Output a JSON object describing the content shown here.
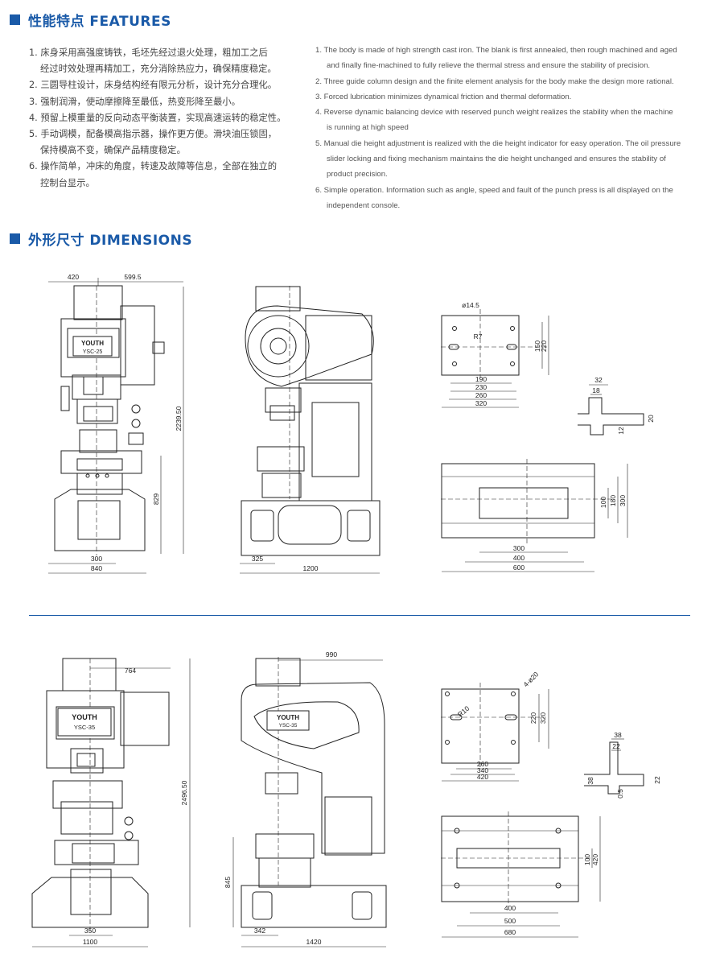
{
  "features": {
    "title": "性能特点 FEATURES",
    "zh_items": [
      [
        "1. 床身采用高强度铸铁，毛坯先经过退火处理，粗加工之后",
        "经过时效处理再精加工，充分消除热应力，确保精度稳定。"
      ],
      [
        "2. 三圆导柱设计，床身结构经有限元分析，设计充分合理化。"
      ],
      [
        "3. 强制润滑，使动摩擦降至最低，热变形降至最小。"
      ],
      [
        "4. 预留上模重量的反向动态平衡装置，实现高速运转的稳定性。"
      ],
      [
        "5. 手动调模，配备模高指示器，操作更方便。滑块油压锁固，",
        "保持模高不变，确保产品精度稳定。"
      ],
      [
        "6. 操作简单，冲床的角度，转速及故障等信息，全部在独立的",
        "控制台显示。"
      ]
    ],
    "en_items": [
      [
        "1. The body is made of high strength cast iron. The blank is first annealed, then rough machined and aged",
        "and finally fine-machined to fully relieve the thermal stress and ensure the stability of precision."
      ],
      [
        "2. Three guide column design and the finite element analysis for the body make the design more rational."
      ],
      [
        "3. Forced lubrication minimizes dynamical friction and thermal deformation."
      ],
      [
        "4. Reverse dynamic balancing device with reserved punch weight realizes the stability when the machine",
        "is running at high speed"
      ],
      [
        "5. Manual die height adjustment is realized with the die height indicator for easy operation. The oil pressure",
        "slider locking and fixing mechanism maintains the die height unchanged and ensures the stability of",
        "product precision."
      ],
      [
        "6. Simple operation. Information such as angle, speed and fault of the punch press is all displayed on the",
        "independent console."
      ]
    ]
  },
  "dimensions": {
    "title": "外形尺寸 DIMENSIONS",
    "machine1": {
      "brand": "YOUTH",
      "model": "YSC-25",
      "front": {
        "top_left": "420",
        "top_right": "599.5",
        "height": "2239.50",
        "bed_height": "829",
        "bottom_inner": "300",
        "bottom_outer": "840"
      },
      "side": {
        "left": "325",
        "width": "1200"
      },
      "bolster": {
        "hole": "ø14.5",
        "radius": "R7",
        "h1": "150",
        "h2": "220",
        "w1": "190",
        "w2": "230",
        "w3": "260",
        "w4": "320"
      },
      "tslot": {
        "w1": "32",
        "w2": "18",
        "h1": "20",
        "h2": "12"
      },
      "slide": {
        "h1": "100",
        "h2": "180",
        "h3": "300",
        "w1": "300",
        "w2": "400",
        "w3": "600"
      }
    },
    "machine2": {
      "brand": "YOUTH",
      "model": "YSC-35",
      "front": {
        "top_right": "764",
        "height": "2496.50",
        "bottom_inner": "350",
        "bottom_outer": "1100"
      },
      "side": {
        "top": "990",
        "bed_height": "845",
        "left": "342",
        "width": "1420"
      },
      "bolster": {
        "hole": "4-ø20",
        "radius": "R10",
        "h1": "220",
        "h2": "320",
        "w1": "260",
        "w2": "340",
        "w3": "420"
      },
      "tslot": {
        "w1": "38",
        "w2": "22",
        "h1": "38",
        "h2": "22",
        "h3": "0.5"
      },
      "slide": {
        "h1": "100",
        "h2": "420",
        "w1": "400",
        "w2": "500",
        "w3": "680"
      }
    }
  },
  "colors": {
    "accent": "#1a5aa8",
    "line": "#222222"
  }
}
